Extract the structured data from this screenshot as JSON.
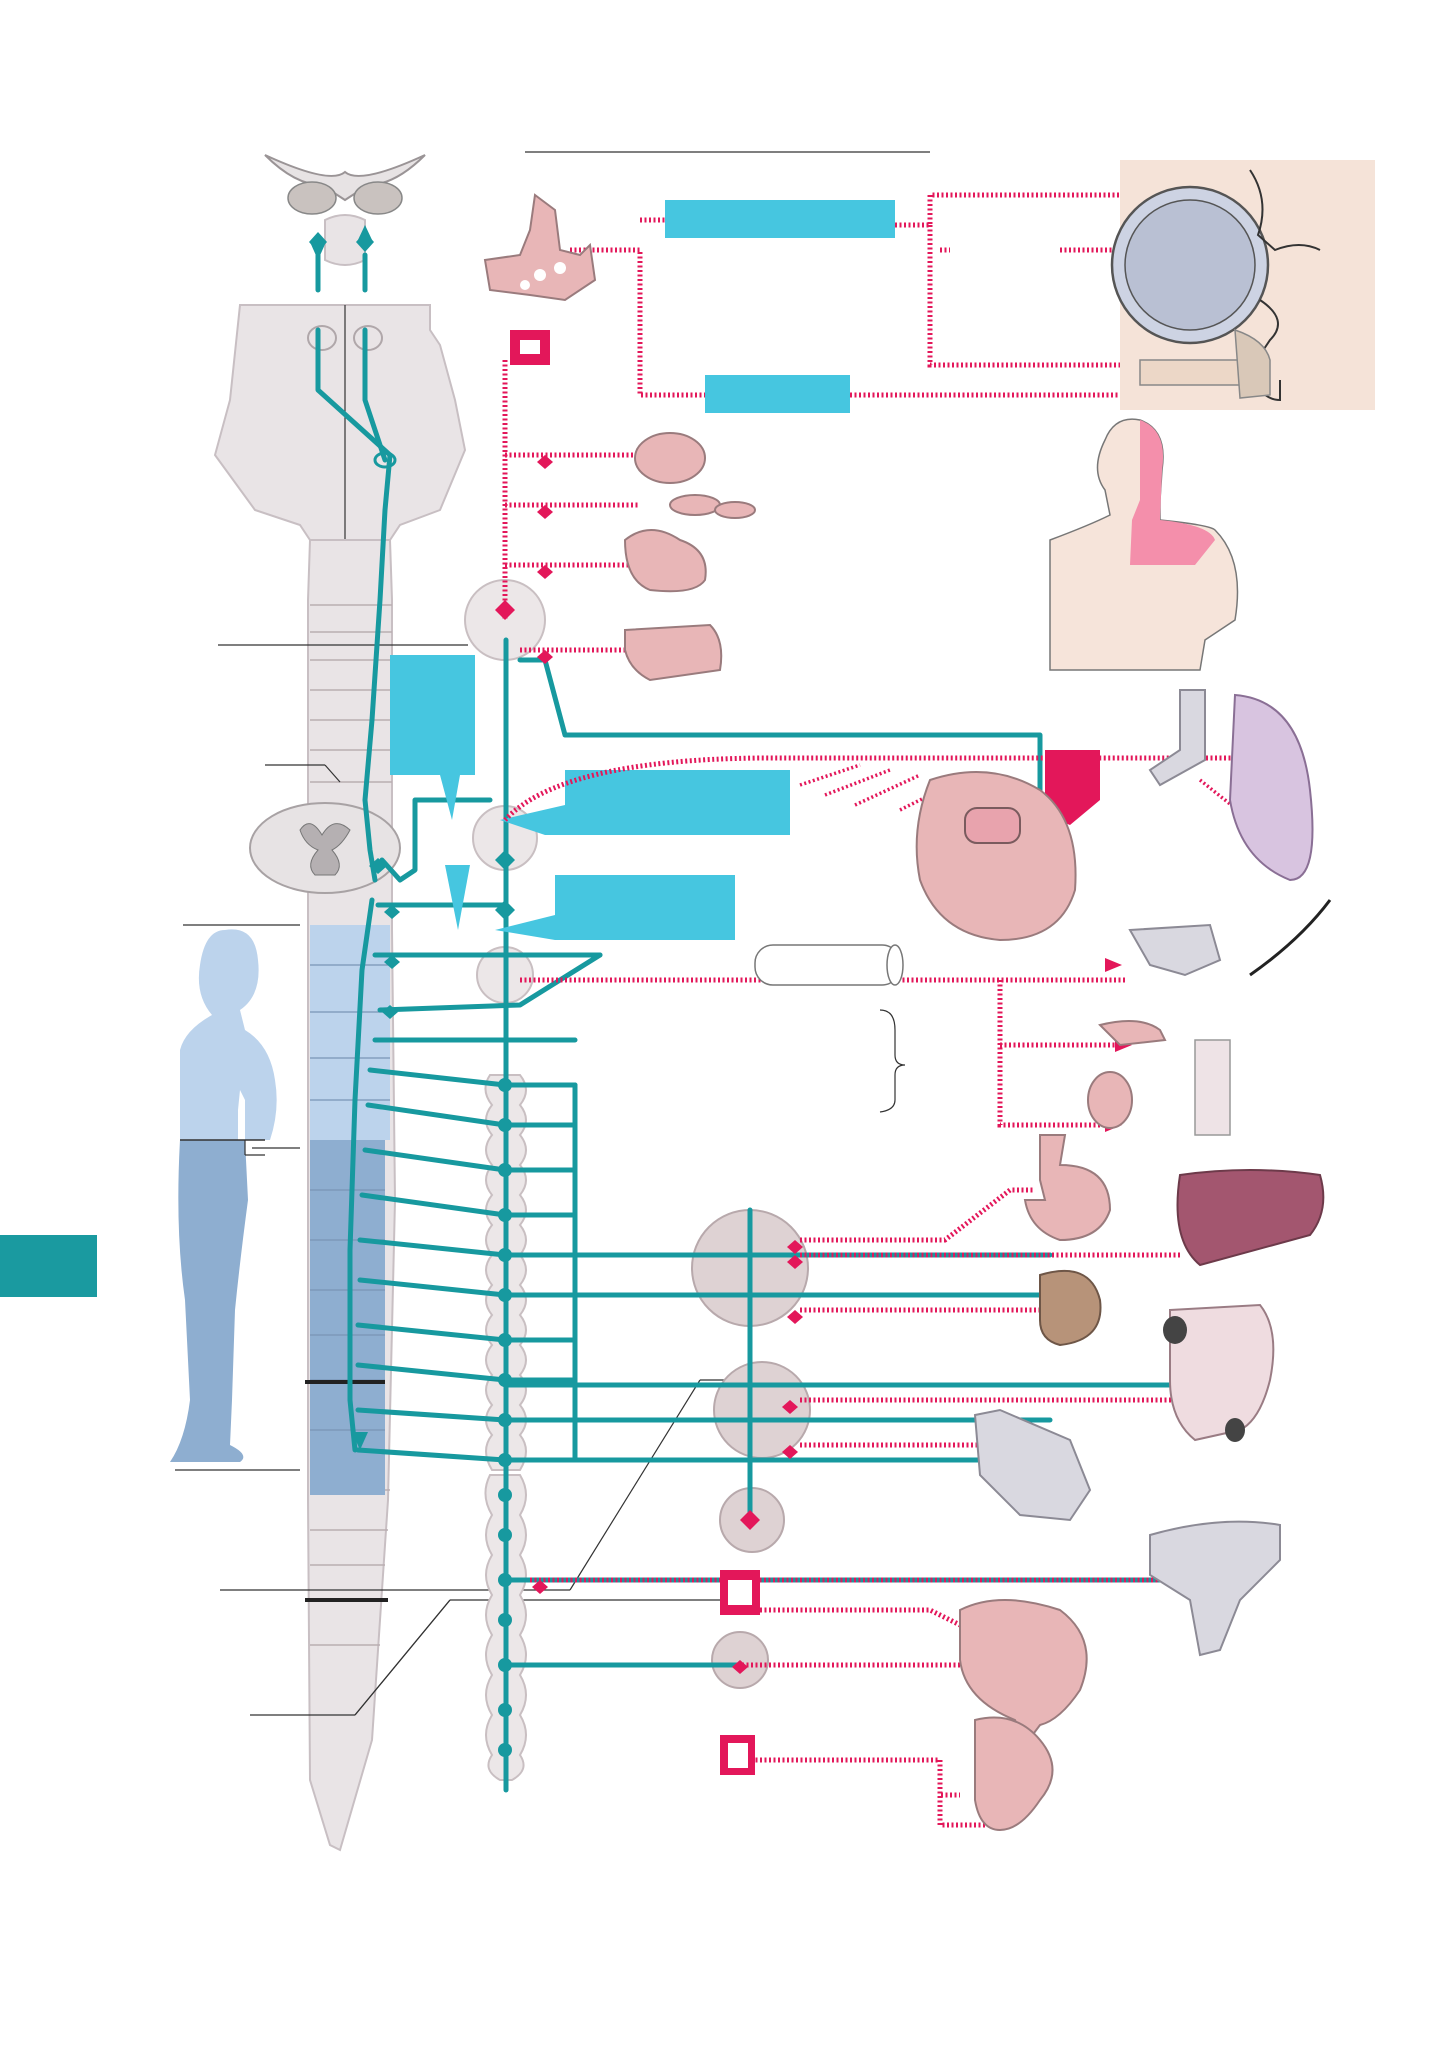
{
  "colors": {
    "parasympathetic_preganglionic": "#17999f",
    "parasympathetic_postganglionic": "#e3175a",
    "label_box": "#46c6e0",
    "body_region_upper": "#bcd3ec",
    "body_region_lower": "#8eaed0",
    "chapter_tab": "#1a9aa0"
  },
  "icons": [
    "brainstem-section",
    "spinal-cord",
    "sympathetic-trunk",
    "eye",
    "lacrimal-gland",
    "head-and-shoulders-figure",
    "standing-figure",
    "trachea-and-lung",
    "heart",
    "salivary-gland",
    "stomach",
    "liver",
    "kidney",
    "small-intestine",
    "colon",
    "rectum",
    "urinary-bladder",
    "genitalia"
  ]
}
